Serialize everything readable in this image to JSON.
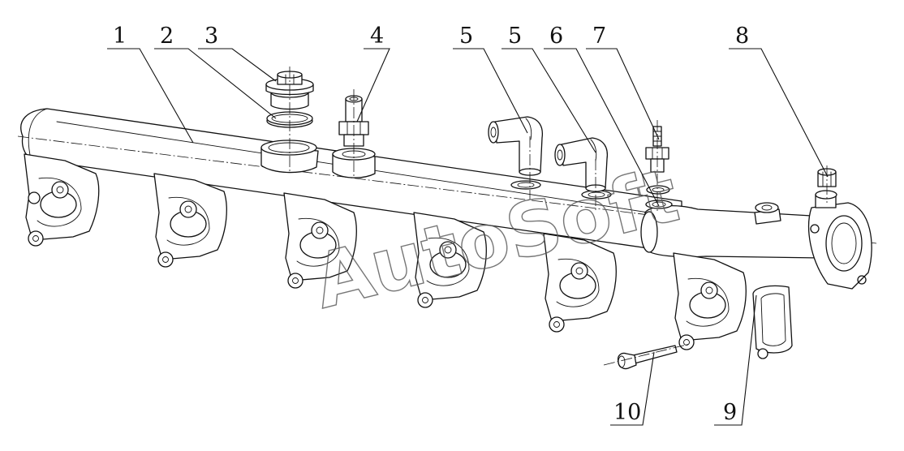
{
  "watermark": "AutoSoft",
  "callouts": [
    {
      "id": "c1",
      "label": "1"
    },
    {
      "id": "c2",
      "label": "2"
    },
    {
      "id": "c3",
      "label": "3"
    },
    {
      "id": "c4",
      "label": "4"
    },
    {
      "id": "c5a",
      "label": "5"
    },
    {
      "id": "c5b",
      "label": "5"
    },
    {
      "id": "c6",
      "label": "6"
    },
    {
      "id": "c7",
      "label": "7"
    },
    {
      "id": "c8",
      "label": "8"
    },
    {
      "id": "c9",
      "label": "9"
    },
    {
      "id": "c10",
      "label": "10"
    }
  ]
}
